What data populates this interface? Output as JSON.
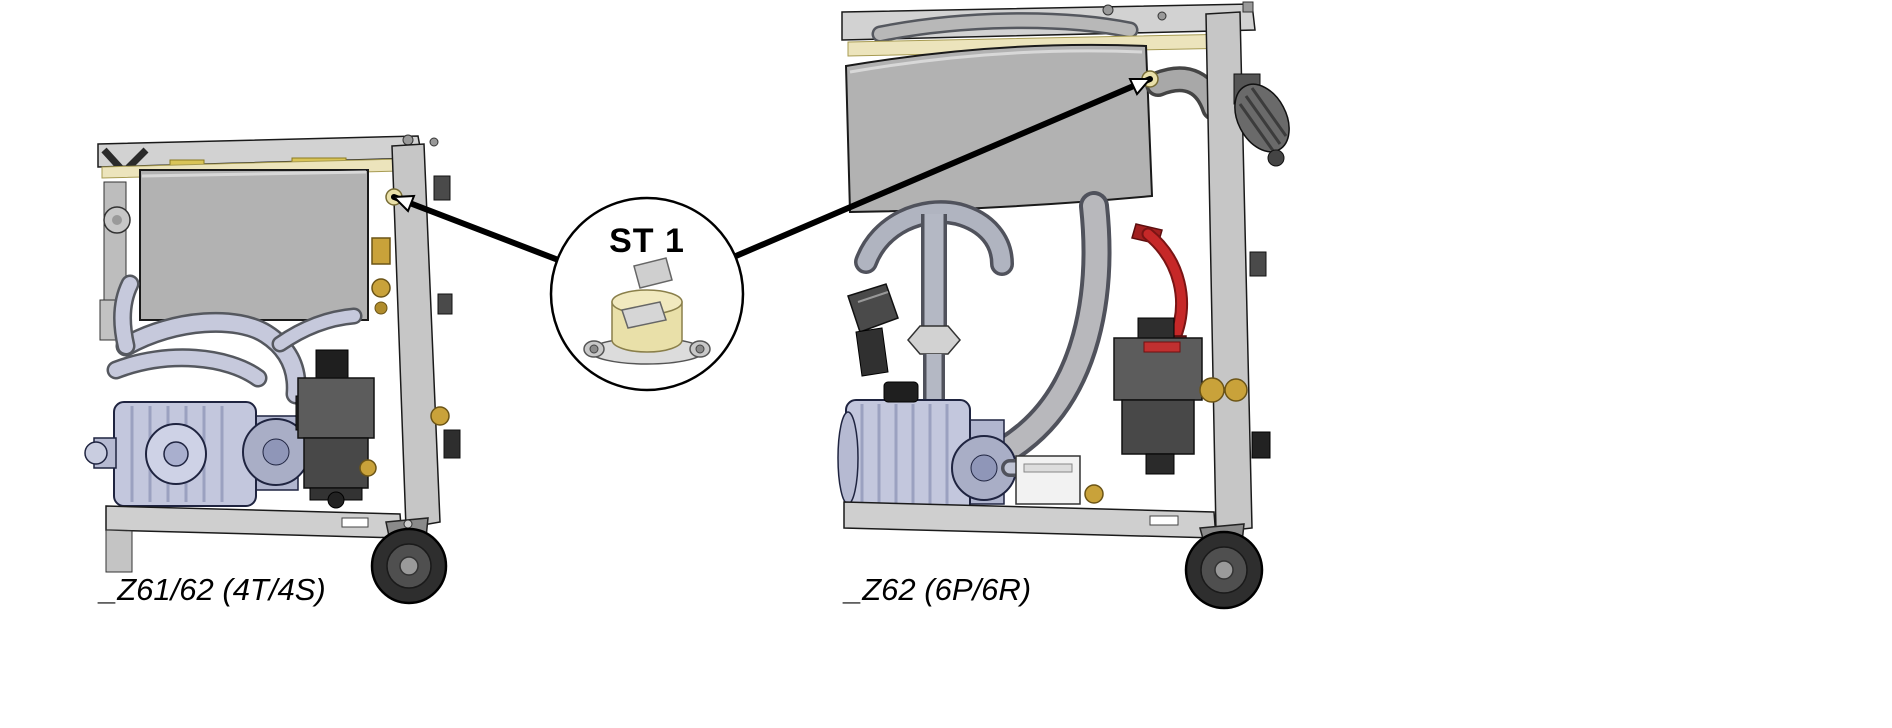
{
  "figure": {
    "callout": {
      "label": "ST 1"
    },
    "machines": [
      {
        "caption": "_Z61/62 (4T/4S)"
      },
      {
        "caption": "_Z62 (6P/6R)"
      }
    ],
    "colors": {
      "background": "#ffffff",
      "frame_gray": "#d2d2d2",
      "panel_gray": "#b2b2b2",
      "stripe_cream": "#ece4bc",
      "sensor_body": "#e9e0a9",
      "sensor_top": "#f1e9bf",
      "pump_blue_gray": "#c3c7dd",
      "valve_dark": "#5c5c5c",
      "hose_red": "#c62828",
      "brass": "#c9a23a",
      "wheel_dark": "#2e2e2e",
      "leader_line": "#000000"
    }
  }
}
